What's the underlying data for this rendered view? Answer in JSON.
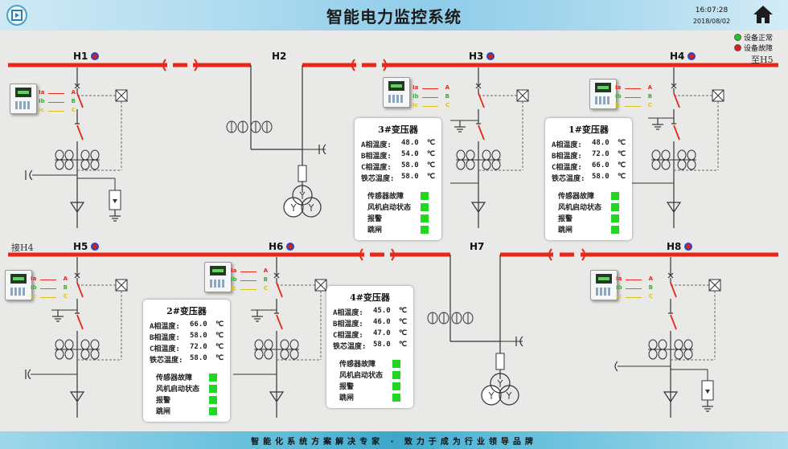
{
  "header": {
    "title": "智能电力监控系统",
    "time": "16:07:28",
    "date": "2018/08/02"
  },
  "legend": {
    "normal": "设备正常",
    "fault": "设备故障"
  },
  "colors": {
    "bus": "#e8271a",
    "normal": "#22c322",
    "fault": "#d8201a",
    "indicator": "#1fd81f"
  },
  "buses": [
    "H1",
    "H2",
    "H3",
    "H4",
    "H5",
    "H6",
    "H7",
    "H8"
  ],
  "side_labels": {
    "to_h5": "至H5",
    "from_h4": "接H4"
  },
  "ct_labels": {
    "ia": "Ia",
    "ib": "Ib",
    "ic": "Ic",
    "a": "A",
    "b": "B",
    "c": "C"
  },
  "transformers": [
    {
      "title": "3#变压器",
      "temps": [
        {
          "label": "A相温度:",
          "value": "48.0",
          "unit": "℃"
        },
        {
          "label": "B相温度:",
          "value": "54.0",
          "unit": "℃"
        },
        {
          "label": "C相温度:",
          "value": "58.0",
          "unit": "℃"
        },
        {
          "label": "铁芯温度:",
          "value": "58.0",
          "unit": "℃"
        }
      ],
      "status": [
        "传感器故障",
        "风机启动状态",
        "报警",
        "跳闸"
      ]
    },
    {
      "title": "1#变压器",
      "temps": [
        {
          "label": "A相温度:",
          "value": "48.0",
          "unit": "℃"
        },
        {
          "label": "B相温度:",
          "value": "72.0",
          "unit": "℃"
        },
        {
          "label": "C相温度:",
          "value": "66.0",
          "unit": "℃"
        },
        {
          "label": "铁芯温度:",
          "value": "58.0",
          "unit": "℃"
        }
      ],
      "status": [
        "传感器故障",
        "风机启动状态",
        "报警",
        "跳闸"
      ]
    },
    {
      "title": "2#变压器",
      "temps": [
        {
          "label": "A相温度:",
          "value": "66.0",
          "unit": "℃"
        },
        {
          "label": "B相温度:",
          "value": "58.0",
          "unit": "℃"
        },
        {
          "label": "C相温度:",
          "value": "72.0",
          "unit": "℃"
        },
        {
          "label": "铁芯温度:",
          "value": "58.0",
          "unit": "℃"
        }
      ],
      "status": [
        "传感器故障",
        "风机启动状态",
        "报警",
        "跳闸"
      ]
    },
    {
      "title": "4#变压器",
      "temps": [
        {
          "label": "A相温度:",
          "value": "45.0",
          "unit": "℃"
        },
        {
          "label": "B相温度:",
          "value": "46.0",
          "unit": "℃"
        },
        {
          "label": "C相温度:",
          "value": "47.0",
          "unit": "℃"
        },
        {
          "label": "铁芯温度:",
          "value": "58.0",
          "unit": "℃"
        }
      ],
      "status": [
        "传感器故障",
        "风机启动状态",
        "报警",
        "跳闸"
      ]
    }
  ],
  "footer": {
    "text": "智能化系统方案解决专家 · 致力于成为行业领导品牌"
  }
}
